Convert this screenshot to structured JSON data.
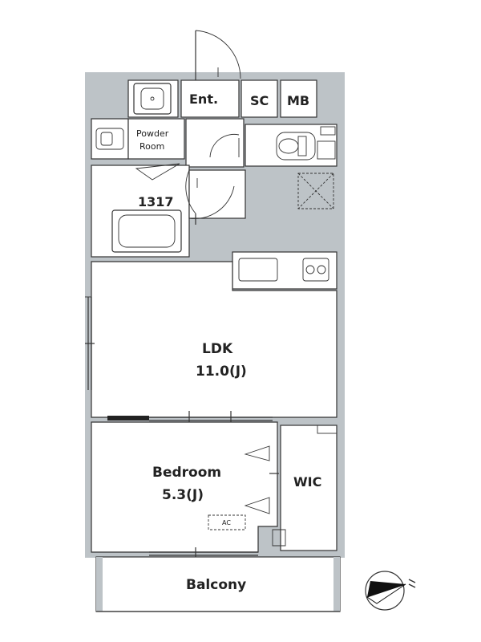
{
  "rooms": {
    "entrance": "Ent.",
    "shoe_closet": "SC",
    "meter_box": "MB",
    "powder_room_line1": "Powder",
    "powder_room_line2": "Room",
    "bath": "1317",
    "ldk_name": "LDK",
    "ldk_size": "11.0(J)",
    "bedroom_name": "Bedroom",
    "bedroom_size": "5.3(J)",
    "wic": "WIC",
    "balcony": "Balcony",
    "ac": "AC"
  },
  "colors": {
    "wall": "#bdc3c7",
    "line": "#333333",
    "background": "#ffffff"
  },
  "icons": {
    "north_arrow": "north-arrow-icon"
  }
}
